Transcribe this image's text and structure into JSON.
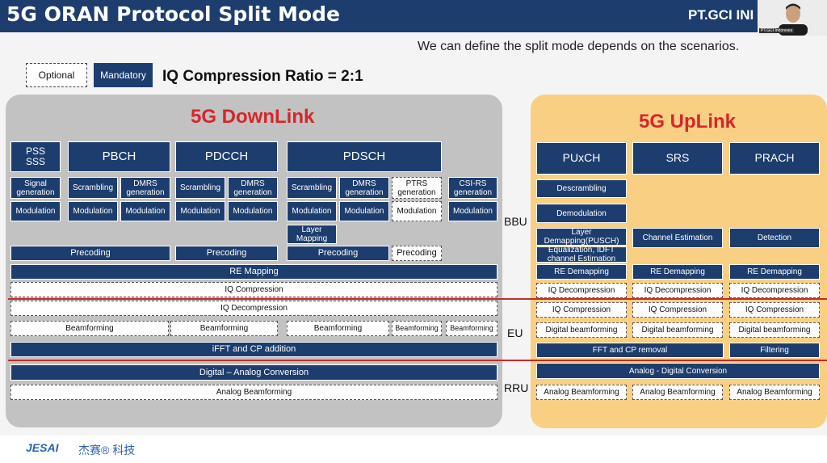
{
  "slide": {
    "title": "5G ORAN Protocol Split Mode",
    "brand": "PT.GCI INI",
    "subtitle": "We can define the split mode depends on the scenarios.",
    "ratio": "IQ Compression Ratio = 2:1"
  },
  "legend": {
    "optional": "Optional",
    "mandatory": "Mandatory"
  },
  "video": {
    "name": "PT.GCI Indonesia"
  },
  "panels": {
    "downlink": "5G DownLink",
    "uplink": "5G UpLink"
  },
  "zones": {
    "bbu": "BBU",
    "eu": "EU",
    "rru": "RRU"
  },
  "colors": {
    "mandatory": "#1d3d6e",
    "downlink_bg": "#c2c2c2",
    "uplink_bg": "#f9cf83",
    "title_red": "#d6262a",
    "split_line": "#c62a2a"
  },
  "dl": {
    "pss": "PSS\nSSS",
    "pbch": "PBCH",
    "pdcch": "PDCCH",
    "pdsch": "PDSCH",
    "pbch_scr": "Scrambling",
    "pbch_dmrs": "DMRS\ngeneration",
    "pdcch_scr": "Scrambling",
    "pdcch_dmrs": "DMRS\ngeneration",
    "pdsch_scr": "Scrambling",
    "pdsch_dmrs": "DMRS\ngeneration",
    "ptrs": "PTRS\ngeneration",
    "csirs": "CSI-RS\ngeneration",
    "signal": "Signal\ngeneration",
    "mod1": "Modulation",
    "mod2": "Modulation",
    "mod3": "Modulation",
    "mod4": "Modulation",
    "mod5": "Modulation",
    "mod6": "Modulation",
    "mod7": "Modulation",
    "mod8": "Modulation",
    "mod9": "Modulation",
    "layer": "Layer\nMapping",
    "pre1": "Precoding",
    "pre2": "Precoding",
    "pre3": "Precoding",
    "pre4": "Precoding",
    "re_map": "RE Mapping",
    "iq_comp": "IQ Compression",
    "iq_decomp": "IQ Decompression",
    "bf1": "Beamforming",
    "bf2": "Beamforming",
    "bf3": "Beamforming",
    "bf4": "Beamforming",
    "bf5": "Beamforming",
    "ifft": "iFFT and CP addition",
    "dac": "Digital – Analog Conversion",
    "analog_bf": "Analog Beamforming"
  },
  "ul": {
    "puxch": "PUxCH",
    "srs": "SRS",
    "prach": "PRACH",
    "descr": "Descrambling",
    "demod": "Demodulation",
    "layer_demap": "Layer\nDemapping(PUSCH)",
    "eq": "Equalization, IDFT\nchannel Estimation",
    "chest": "Channel Estimation",
    "detect": "Detection",
    "redemap1": "RE Demapping",
    "redemap2": "RE Demapping",
    "redemap3": "RE Demapping",
    "iqd1": "IQ Decompression",
    "iqd2": "IQ Decompression",
    "iqd3": "IQ Decompression",
    "iqc1": "IQ Compression",
    "iqc2": "IQ Compression",
    "iqc3": "IQ Compression",
    "dbf1": "Digital beamforming",
    "dbf2": "Digital beamforming",
    "dbf3": "Digital beamforming",
    "fft": "FFT and CP removal",
    "filtering": "Filtering",
    "adc": "Analog - Digital Conversion",
    "abf1": "Analog Beamforming",
    "abf2": "Analog Beamforming",
    "abf3": "Analog Beamforming"
  },
  "footer": {
    "logo": "JESAI",
    "chinese": "杰赛® 科技"
  }
}
